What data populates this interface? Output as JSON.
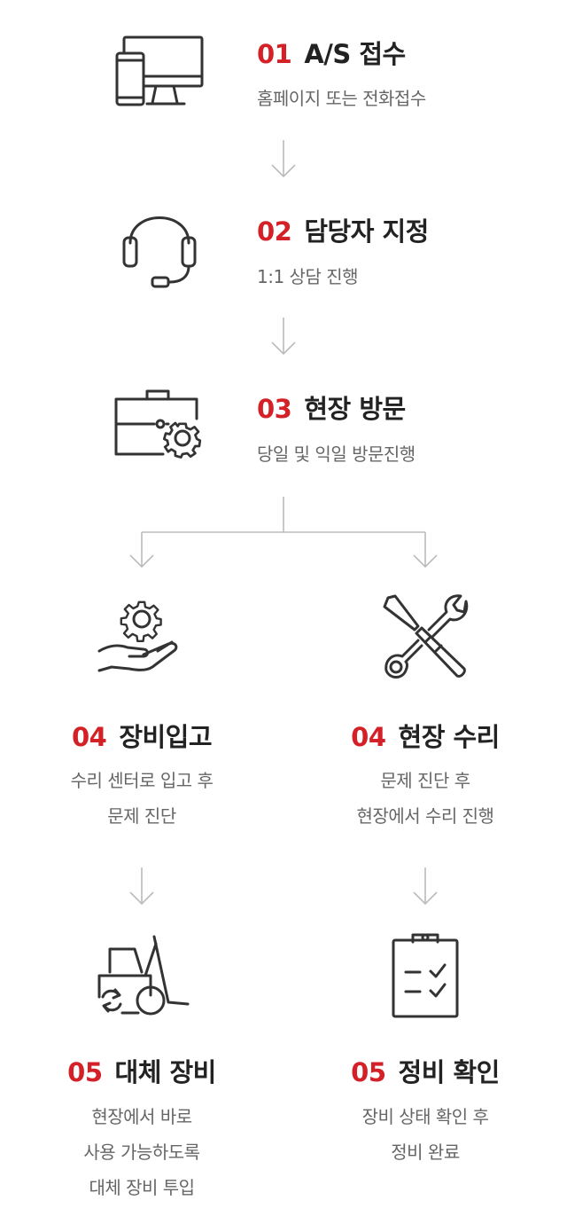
{
  "steps": [
    {
      "num": "01",
      "title": "A/S 접수",
      "desc": [
        "홈페이지 또는 전화접수"
      ],
      "icon": "devices-icon"
    },
    {
      "num": "02",
      "title": "담당자 지정",
      "desc": [
        "1:1 상담 진행"
      ],
      "icon": "headset-icon"
    },
    {
      "num": "03",
      "title": "현장 방문",
      "desc": [
        "당일 및 익일 방문진행"
      ],
      "icon": "toolbox-gear-icon"
    }
  ],
  "branch_left": [
    {
      "num": "04",
      "title": "장비입고",
      "desc": [
        "수리 센터로 입고 후",
        "문제 진단"
      ],
      "icon": "gear-hand-icon"
    },
    {
      "num": "05",
      "title": "대체 장비",
      "desc": [
        "현장에서 바로",
        "사용 가능하도록",
        "대체 장비 투입"
      ],
      "icon": "forklift-icon"
    }
  ],
  "branch_right": [
    {
      "num": "04",
      "title": "현장 수리",
      "desc": [
        "문제 진단 후",
        "현장에서 수리 진행"
      ],
      "icon": "screwdriver-wrench-icon"
    },
    {
      "num": "05",
      "title": "정비 확인",
      "desc": [
        "장비 상태 확인 후",
        "정비 완료"
      ],
      "icon": "clipboard-check-icon"
    }
  ],
  "colors": {
    "accent": "#d42027",
    "title": "#222222",
    "desc": "#666666",
    "icon": "#333333",
    "arrow": "#bbbbbb"
  }
}
